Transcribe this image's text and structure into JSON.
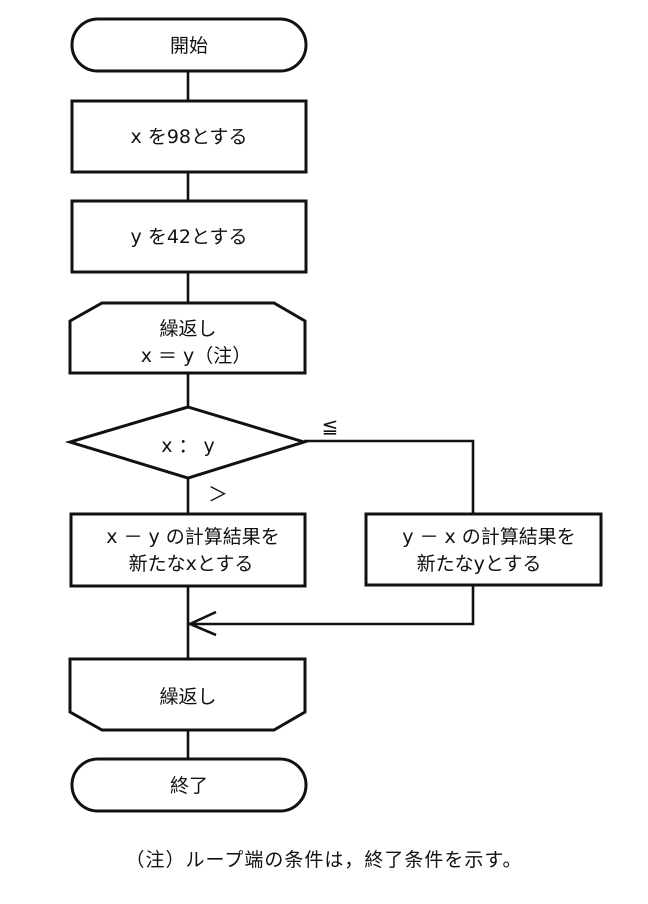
{
  "flowchart": {
    "start": {
      "label": "開始"
    },
    "step1": {
      "label": "x を98とする"
    },
    "step2": {
      "label": "y を42とする"
    },
    "loop_start": {
      "line1": "繰返し",
      "line2": "x ＝ y（注）"
    },
    "decision": {
      "label": "x ： y"
    },
    "branch_le": {
      "label": "≦"
    },
    "branch_gt": {
      "label": "＞"
    },
    "process_left": {
      "line1": "x － y の計算結果を",
      "line2": "新たなxとする"
    },
    "process_right": {
      "line1": "y － x の計算結果を",
      "line2": "新たなyとする"
    },
    "loop_end": {
      "label": "繰返し"
    },
    "end": {
      "label": "終了"
    }
  },
  "note": "（注）ループ端の条件は，終了条件を示す。"
}
